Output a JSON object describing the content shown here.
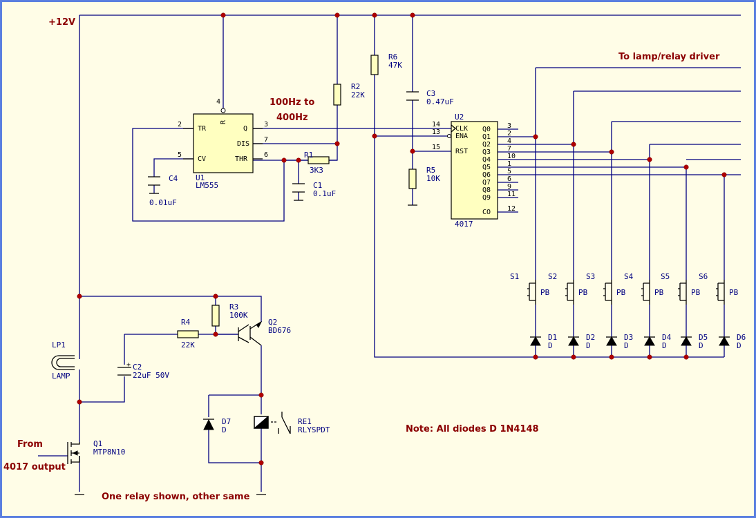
{
  "annotations": {
    "supply": "+12V",
    "freq": "100Hz to",
    "freq2": "400Hz",
    "to_driver": "To lamp/relay driver",
    "from": "From",
    "from2": "4017 output",
    "note": "Note: All diodes D 1N4148",
    "one_relay": "One relay shown, other same"
  },
  "u1": {
    "ref": "U1",
    "value": "LM555",
    "pins": {
      "tr": "TR",
      "q": "Q",
      "dis": "DIS",
      "cv": "CV",
      "thr": "THR",
      "r": "R"
    },
    "pin_numbers": {
      "tr": "2",
      "q": "3",
      "dis": "7",
      "cv": "5",
      "thr": "6",
      "r": "4"
    }
  },
  "u2": {
    "ref": "U2",
    "value": "4017",
    "inputs": [
      {
        "name": "CLK",
        "num": "14"
      },
      {
        "name": "ENA",
        "num": "13"
      },
      {
        "name": "RST",
        "num": "15"
      }
    ],
    "outputs": [
      {
        "name": "Q0",
        "num": "3"
      },
      {
        "name": "Q1",
        "num": "2"
      },
      {
        "name": "Q2",
        "num": "4"
      },
      {
        "name": "Q3",
        "num": "7"
      },
      {
        "name": "Q4",
        "num": "10"
      },
      {
        "name": "Q5",
        "num": "1"
      },
      {
        "name": "Q6",
        "num": "5"
      },
      {
        "name": "Q7",
        "num": "6"
      },
      {
        "name": "Q8",
        "num": "9"
      },
      {
        "name": "Q9",
        "num": "11"
      },
      {
        "name": "CO",
        "num": "12"
      }
    ]
  },
  "parts": {
    "r1": {
      "ref": "R1",
      "value": "3K3"
    },
    "r2": {
      "ref": "R2",
      "value": "22K"
    },
    "r3": {
      "ref": "R3",
      "value": "100K"
    },
    "r4": {
      "ref": "R4",
      "value": "22K"
    },
    "r5": {
      "ref": "R5",
      "value": "10K"
    },
    "r6": {
      "ref": "R6",
      "value": "47K"
    },
    "c1": {
      "ref": "C1",
      "value": "0.1uF"
    },
    "c2": {
      "ref": "C2",
      "value": "22uF 50V"
    },
    "c3": {
      "ref": "C3",
      "value": "0.47uF"
    },
    "c4": {
      "ref": "C4",
      "value": "0.01uF"
    },
    "q1": {
      "ref": "Q1",
      "value": "MTP8N10"
    },
    "q2": {
      "ref": "Q2",
      "value": "BD676"
    },
    "d7": {
      "ref": "D7",
      "value": "D"
    },
    "re1": {
      "ref": "RE1",
      "value": "RLYSPDT"
    },
    "lp1": {
      "ref": "LP1",
      "value": "LAMP"
    }
  },
  "switches": [
    {
      "ref": "S1",
      "value": "PB"
    },
    {
      "ref": "S2",
      "value": "PB"
    },
    {
      "ref": "S3",
      "value": "PB"
    },
    {
      "ref": "S4",
      "value": "PB"
    },
    {
      "ref": "S5",
      "value": "PB"
    },
    {
      "ref": "S6",
      "value": "PB"
    }
  ],
  "diodes": [
    {
      "ref": "D1",
      "value": "D"
    },
    {
      "ref": "D2",
      "value": "D"
    },
    {
      "ref": "D3",
      "value": "D"
    },
    {
      "ref": "D4",
      "value": "D"
    },
    {
      "ref": "D5",
      "value": "D"
    },
    {
      "ref": "D6",
      "value": "D"
    }
  ]
}
